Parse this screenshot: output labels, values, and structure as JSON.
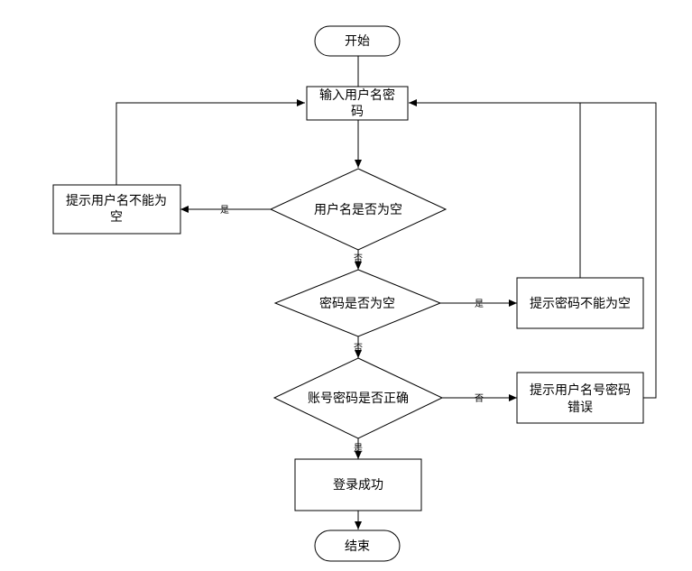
{
  "nodes": {
    "start": "开始",
    "input": [
      "输入用户名密",
      "码"
    ],
    "check_username": "用户名是否为空",
    "username_empty_msg": [
      "提示用户名不能为",
      "空"
    ],
    "check_password": "密码是否为空",
    "password_empty_msg": "提示密码不能为空",
    "check_account": "账号密码是否正确",
    "account_error_msg": [
      "提示用户名号密码",
      "错误"
    ],
    "login_success": "登录成功",
    "end": "结束"
  },
  "edges": {
    "username_yes": "是",
    "username_no": "否",
    "password_yes": "是",
    "password_no": "否",
    "account_no": "否",
    "account_yes": "是"
  }
}
